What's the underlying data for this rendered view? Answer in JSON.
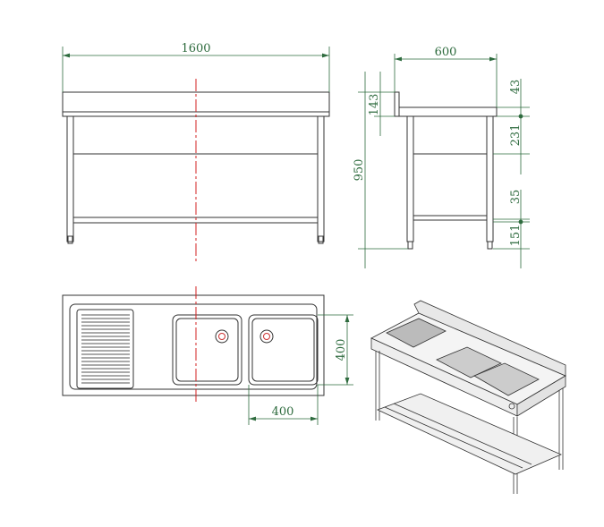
{
  "front_view": {
    "width_label": "1600"
  },
  "side_view": {
    "depth_label": "600",
    "height_label": "950",
    "backsplash_label": "143",
    "right_dims": [
      "43",
      "231",
      "35",
      "151"
    ]
  },
  "top_view": {
    "bowl_depth_label": "400",
    "bowl_width_label": "400"
  },
  "colors": {
    "dimension": "#2e6b3e",
    "centerline": "#d32020",
    "outline": "#333333"
  }
}
